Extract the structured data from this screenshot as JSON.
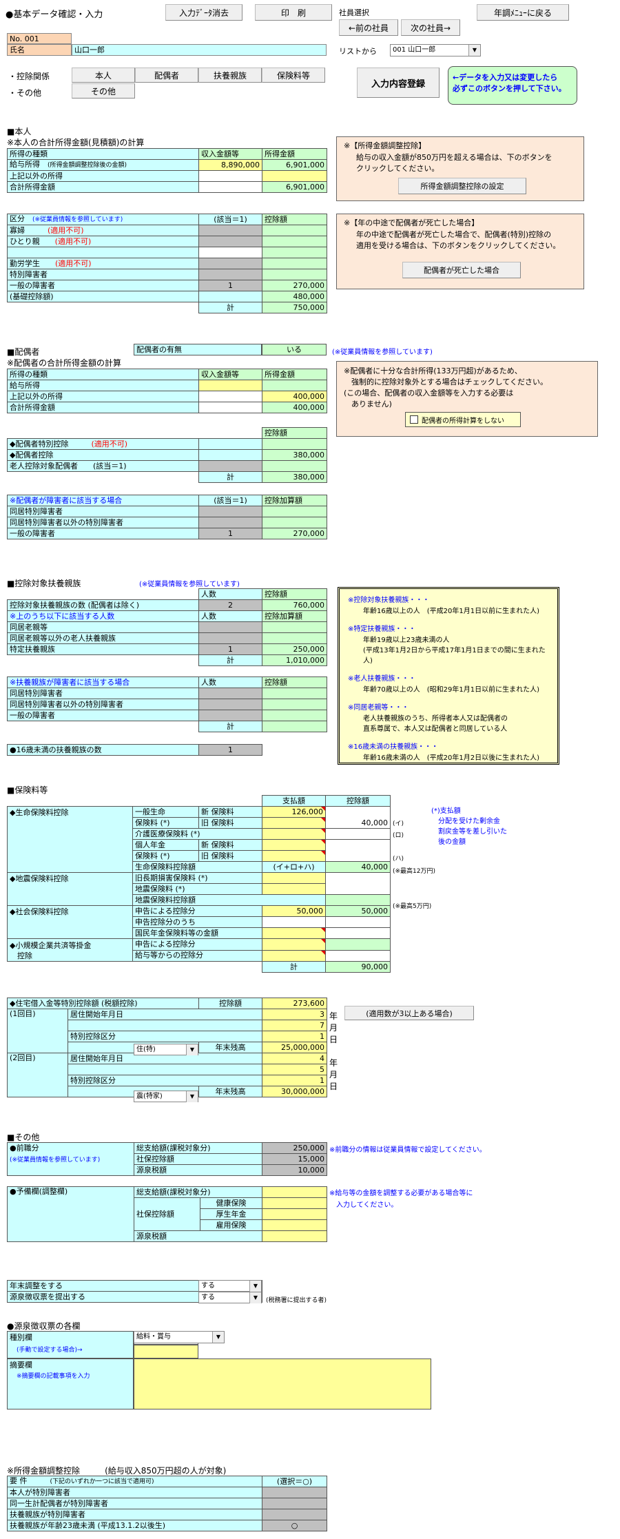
{
  "header": {
    "title": "●基本データ確認・入力",
    "clear_btn": "入力ﾃﾞｰﾀ消去",
    "print_btn": "印　刷",
    "emp_select_label": "社員選択",
    "prev_btn": "←前の社員",
    "next_btn": "次の社員→",
    "back_btn": "年調ﾒﾆｭｰに戻る",
    "list_label": "リストから",
    "employee_value": "001 山口一郎"
  },
  "emp": {
    "no": "No. 001",
    "name_label": "氏名",
    "name": "山口一郎"
  },
  "tabs": {
    "label1": "・控除関係",
    "label2": "・その他",
    "honnin": "本人",
    "haigusha": "配偶者",
    "fuyo": "扶養親族",
    "hoken": "保険料等",
    "sonota": "その他"
  },
  "register": {
    "btn": "入力内容登録",
    "note": "←データを入力又は変更したら\n必ずこのボタンを押して下さい。"
  },
  "honnin": {
    "section": "■本人",
    "sub": "※本人の合計所得金額(見積額)の計算",
    "rows": [
      {
        "label": "所得の種類",
        "sub": "",
        "a": "収入金額等",
        "b": "所得金額"
      },
      {
        "label": "給与所得",
        "sub": "(所得金額調整控除後の金額)",
        "a": "8,890,000",
        "b": "6,901,000"
      },
      {
        "label": "上記以外の所得",
        "sub": "",
        "a": "",
        "b": ""
      },
      {
        "label": "合計所得金額",
        "sub": "",
        "a": "",
        "b": "6,901,000"
      }
    ]
  },
  "box1": {
    "title": "※【所得金額調整控除】",
    "body": "給与の収入金額が850万円を超える場合は、下のボタンを\nクリックしてください。",
    "btn": "所得金額調整控除の設定"
  },
  "kubun": {
    "h1": "区分",
    "hnote": "(※従業員情報を参照しています)",
    "h2": "(該当＝1)",
    "h3": "控除額",
    "rows": [
      {
        "label": "寡婦",
        "note": "(適用不可)",
        "f": "",
        "v": ""
      },
      {
        "label": "ひとり親",
        "note": "(適用不可)",
        "f": "",
        "v": ""
      },
      {
        "label": "",
        "note": "",
        "f": "",
        "v": ""
      },
      {
        "label": "勤労学生",
        "note": "(適用不可)",
        "f": "",
        "v": ""
      },
      {
        "label": "特別障害者",
        "note": "",
        "f": "",
        "v": ""
      },
      {
        "label": "一般の障害者",
        "note": "",
        "f": "1",
        "v": "270,000"
      },
      {
        "label": "(基礎控除額)",
        "note": "",
        "f": "",
        "v": "480,000"
      }
    ],
    "total_label": "計",
    "total": "750,000"
  },
  "box2": {
    "title": "※【年の中途で配偶者が死亡した場合】",
    "body": "年の中途で配偶者が死亡した場合で、配偶者(特別)控除の\n適用を受ける場合は、下のボタンをクリックしてください。",
    "btn": "配偶者が死亡した場合"
  },
  "spouse": {
    "section": "■配偶者",
    "has_label": "配偶者の有無",
    "has_value": "いる",
    "ref_note": "(※従業員情報を参照しています)",
    "sub": "※配偶者の合計所得金額の計算",
    "rows": [
      {
        "label": "所得の種類",
        "a": "収入金額等",
        "b": "所得金額"
      },
      {
        "label": "給与所得",
        "a": "",
        "b": ""
      },
      {
        "label": "上記以外の所得",
        "a": "",
        "b": "400,000"
      },
      {
        "label": "合計所得金額",
        "a": "",
        "b": "400,000"
      }
    ],
    "ded_header": "控除額",
    "ded_rows": [
      {
        "label": "◆配偶者特別控除",
        "note": "(適用不可)",
        "v": ""
      },
      {
        "label": "◆配偶者控除",
        "note": "",
        "v": "380,000"
      },
      {
        "label": "老人控除対象配偶者",
        "note": "(該当＝1)",
        "v": ""
      }
    ],
    "ded_total_label": "計",
    "ded_total": "380,000",
    "dis_header": "※配偶者が障害者に該当する場合",
    "dis_h2": "(該当＝1)",
    "dis_h3": "控除加算額",
    "dis_rows": [
      {
        "label": "同居特別障害者",
        "f": "",
        "v": ""
      },
      {
        "label": "同居特別障害者以外の特別障害者",
        "f": "",
        "v": ""
      },
      {
        "label": "一般の障害者",
        "f": "1",
        "v": "270,000"
      }
    ]
  },
  "box3": {
    "body": "※配偶者に十分な合計所得(133万円超)があるため、\n　強制的に控除対象外とする場合はチェックしてください。\n(この場合、配偶者の収入金額等を入力する必要は\n　ありません)",
    "check_label": "配偶者の所得計算をしない"
  },
  "fuyo": {
    "section": "■控除対象扶養親族",
    "ref_note": "(※従業員情報を参照しています)",
    "h_people": "人数",
    "h_amount": "控除額",
    "count_label": "控除対象扶養親族の数 (配偶者は除く)",
    "count": "2",
    "count_amount": "760,000",
    "sub_header": "※上のうち以下に該当する人数",
    "sub_h2": "人数",
    "sub_h3": "控除加算額",
    "sub_rows": [
      {
        "label": "同居老親等",
        "n": "",
        "v": ""
      },
      {
        "label": "同居老親等以外の老人扶養親族",
        "n": "",
        "v": ""
      },
      {
        "label": "特定扶養親族",
        "n": "1",
        "v": "250,000"
      }
    ],
    "sub_total_label": "計",
    "sub_total": "1,010,000",
    "dis_header": "※扶養親族が障害者に該当する場合",
    "dis_h2": "人数",
    "dis_h3": "控除額",
    "dis_rows": [
      {
        "label": "同居特別障害者",
        "n": "",
        "v": ""
      },
      {
        "label": "同居特別障害者以外の特別障害者",
        "n": "",
        "v": ""
      },
      {
        "label": "一般の障害者",
        "n": "",
        "v": ""
      }
    ],
    "dis_total_label": "計",
    "dis_total": "",
    "under16_label": "●16歳未満の扶養親族の数",
    "under16": "1"
  },
  "legend": {
    "items": [
      {
        "k": "※控除対象扶養親族・・・",
        "d": "年齢16歳以上の人　(平成20年1月1日以前に生まれた人)"
      },
      {
        "k": "※特定扶養親族・・・",
        "d": "年齢19歳以上23歳未満の人\n(平成13年1月2日から平成17年1月1日までの間に生まれた人)"
      },
      {
        "k": "※老人扶養親族・・・",
        "d": "年齢70歳以上の人　(昭和29年1月1日以前に生まれた人)"
      },
      {
        "k": "※同居老親等・・・",
        "d": "老人扶養親族のうち、所得者本人又は配偶者の\n直系尊属で、本人又は配偶者と同居している人"
      },
      {
        "k": "※16歳未満の扶養親族・・・",
        "d": "年齢16歳未満の人　(平成20年1月2日以後に生まれた人)"
      }
    ]
  },
  "hoken": {
    "section": "■保険料等",
    "h_pay": "支払額",
    "h_ded": "控除額",
    "life": {
      "label": "◆生命保険料控除",
      "r1a": "一般生命",
      "r1b": "新 保険料",
      "r1v": "126,000",
      "r2a": "保険料 (*)",
      "r2b": "旧 保険料",
      "r2d": "40,000",
      "r2m": "(イ)",
      "r3a": "介護医療保険料 (*)",
      "r3m": "(ロ)",
      "r4a": "個人年金",
      "r4b": "新 保険料",
      "r5a": "保険料 (*)",
      "r5b": "旧 保険料",
      "r5m": "(ハ)",
      "total_label": "生命保険料控除額",
      "total_note": "(イ+ロ+ハ)",
      "total": "40,000",
      "max": "(※最高12万円)"
    },
    "side_note": "(*)支払額\n　分配を受けた剰余金\n　割戻金等を差し引いた\n　後の金額",
    "quake": {
      "label": "◆地震保険料控除",
      "r1": "旧長期損害保険料 (*)",
      "r2": "地震保険料 (*)",
      "r3": "地震保険料控除額",
      "max": "(※最高5万円)"
    },
    "social": {
      "label": "◆社会保険料控除",
      "r1": "申告による控除分",
      "r1v": "50,000",
      "r1d": "50,000",
      "r2": "申告控除分のうち",
      "r3": "国民年金保険料等の金額"
    },
    "small": {
      "label": "◆小規模企業共済等掛金",
      "label2": "　控除",
      "r1": "申告による控除分",
      "r2": "給与等からの控除分"
    },
    "total_label": "計",
    "total": "90,000"
  },
  "loan": {
    "label": "◆住宅借入金等特別控除額 (税額控除)",
    "amount_label": "控除額",
    "amount": "273,600",
    "btn": "(適用数が3以上ある場合)",
    "first_label": "(1回目)",
    "second_label": "(2回目)",
    "start_label": "居住開始年月日",
    "kubun_label": "特別控除区分",
    "balance_label": "年末残高",
    "y": "年",
    "m": "月",
    "d": "日",
    "first": {
      "y": "3",
      "m": "7",
      "d": "1",
      "kubun": "住(特)",
      "balance": "25,000,000"
    },
    "second": {
      "y": "4",
      "m": "5",
      "d": "1",
      "kubun": "震(特家)",
      "balance": "30,000,000"
    }
  },
  "other": {
    "section": "■その他",
    "prev": {
      "label": "●前職分",
      "ref": "(※従業員情報を参照しています)",
      "r1": "総支給額(課税対象分)",
      "r1v": "250,000",
      "r2": "社保控除額",
      "r2v": "15,000",
      "r3": "源泉税額",
      "r3v": "10,000",
      "note": "※前職分の情報は従業員情報で設定してください。"
    },
    "adj": {
      "label": "●予備欄(調整欄)",
      "r1": "総支給額(課税対象分)",
      "r2a": "社保控除額",
      "r2": "健康保険",
      "r3": "厚生年金",
      "r4": "雇用保険",
      "r5": "源泉税額",
      "note": "※給与等の金額を調整する必要がある場合等に\n　入力してください。"
    }
  },
  "nencho": {
    "r1": "年末調整をする",
    "r1v": "する",
    "r2": "源泉徴収票を提出する",
    "r2v": "する",
    "r2note": "(税務署に提出する者)"
  },
  "gensen": {
    "section": "●源泉徴収票の各欄",
    "shubetsu": "種別欄",
    "shubetsu_v": "給料・賞与",
    "shubetsu_note": "(手動で設定する場合)→",
    "tekiyo": "摘要欄",
    "tekiyo_note": "※摘要欄の記載事項を入力"
  },
  "adjust": {
    "section": "※所得金額調整控除",
    "section_note": "(給与収入850万円超の人が対象)",
    "h1": "要 件",
    "h1note": "(下記のいずれか一つに該当で適用可)",
    "h2": "(選択＝○)",
    "rows": [
      {
        "label": "本人が特別障害者",
        "v": ""
      },
      {
        "label": "同一生計配偶者が特別障害者",
        "v": ""
      },
      {
        "label": "扶養親族が特別障害者",
        "v": ""
      },
      {
        "label": "扶養親族が年齢23歳未満 (平成13.1.2以後生)",
        "v": "○"
      }
    ]
  }
}
